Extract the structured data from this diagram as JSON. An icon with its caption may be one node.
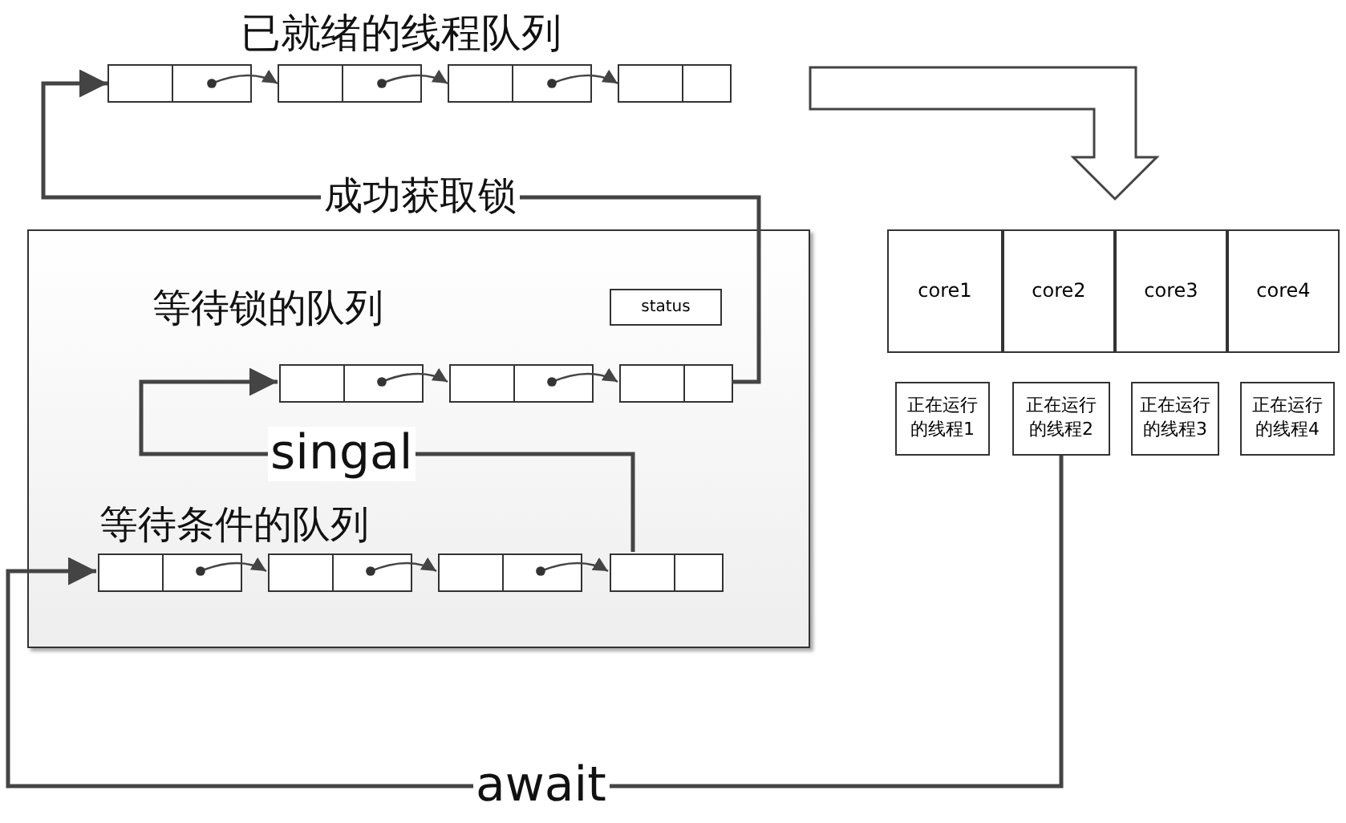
{
  "diagram": {
    "nodes": [
      {
        "text": [],
        "shape": "box"
      },
      {
        "text": [],
        "shape": "box"
      },
      {
        "text": [],
        "shape": "box"
      },
      {
        "text": [],
        "shape": "box"
      },
      {
        "text": [],
        "shape": "box"
      },
      {
        "text": [
          "status"
        ],
        "in": 4
      },
      {
        "text": [],
        "shape": "box",
        "in": 4
      },
      {
        "text": [],
        "shape": "box",
        "in": 4
      },
      {
        "text": [],
        "shape": "box",
        "in": 4
      },
      {
        "text": [],
        "shape": "box",
        "in": 4
      },
      {
        "text": [],
        "shape": "box",
        "in": 4
      },
      {
        "text": [],
        "shape": "box",
        "in": 4
      },
      {
        "text": [],
        "shape": "box",
        "in": 4
      },
      {
        "text": [
          "core1"
        ]
      },
      {
        "text": [
          "core2"
        ]
      },
      {
        "text": [
          "core3"
        ]
      },
      {
        "text": [
          "core4"
        ]
      },
      {
        "text": [
          "正在运行的线程1"
        ]
      },
      {
        "text": [
          "正在运行的线程2"
        ]
      },
      {
        "text": [
          "正在运行的线程3"
        ]
      },
      {
        "text": [
          "正在运行的线程4"
        ]
      }
    ],
    "edges": [
      {
        "from": 0,
        "to": 1,
        "arrow": "to"
      },
      {
        "from": 1,
        "to": 2,
        "arrow": "to"
      },
      {
        "from": 2,
        "to": 3,
        "arrow": "to"
      },
      {
        "from": 6,
        "to": 7,
        "arrow": "to"
      },
      {
        "from": 7,
        "to": 8,
        "arrow": "to"
      },
      {
        "from": 9,
        "to": 10,
        "arrow": "to"
      },
      {
        "from": 10,
        "to": 11,
        "arrow": "to"
      },
      {
        "from": 11,
        "to": 12,
        "arrow": "to"
      },
      {
        "from": 8,
        "to": 0,
        "arrow": "to",
        "label": "成功获取锁"
      },
      {
        "from": 12,
        "to": 6,
        "arrow": "to",
        "label": "singal"
      },
      {
        "from": 18,
        "to": 9,
        "arrow": "to",
        "label": "await"
      },
      {
        "from": null,
        "to": 14,
        "arrow": "to",
        "style": "thick"
      }
    ],
    "labels": [
      "已就绪的线程队列",
      "等待锁的队列",
      "等待条件的队列"
    ]
  }
}
